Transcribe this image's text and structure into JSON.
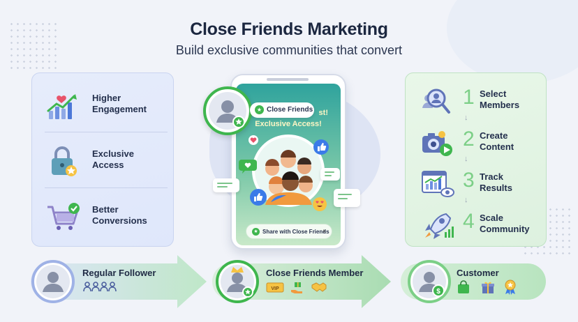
{
  "header": {
    "title": "Close Friends Marketing",
    "subtitle": "Build exclusive communities that convert"
  },
  "benefits": [
    {
      "label_line1": "Higher",
      "label_line2": "Engagement",
      "icon": "engagement-chart-heart-icon"
    },
    {
      "label_line1": "Exclusive",
      "label_line2": "Access",
      "icon": "padlock-star-icon"
    },
    {
      "label_line1": "Better",
      "label_line2": "Conversions",
      "icon": "shopping-cart-check-icon"
    }
  ],
  "phone": {
    "badge_label": "Close Friends",
    "screen_text_line1": "st!",
    "screen_text_line2": "Exclusive Access!",
    "share_button_label": "Share with Close Friends"
  },
  "steps": [
    {
      "number": "1",
      "label_line1": "Select",
      "label_line2": "Members",
      "icon": "people-magnifier-icon"
    },
    {
      "number": "2",
      "label_line1": "Create",
      "label_line2": "Content",
      "icon": "camera-video-icon"
    },
    {
      "number": "3",
      "label_line1": "Track",
      "label_line2": "Results",
      "icon": "analytics-eye-icon"
    },
    {
      "number": "4",
      "label_line1": "Scale",
      "label_line2": "Community",
      "icon": "rocket-icon"
    }
  ],
  "journey": [
    {
      "label": "Regular Follower",
      "icons": [
        "group-icon"
      ]
    },
    {
      "label": "Close Friends Member",
      "icons": [
        "vip-ticket-icon",
        "gift-hand-icon",
        "handshake-icon"
      ]
    },
    {
      "label": "Customer",
      "icons": [
        "shopping-bag-icon",
        "gift-box-icon",
        "award-badge-icon"
      ]
    }
  ],
  "colors": {
    "accent_green": "#3fb64e",
    "accent_blue": "#3b7be8",
    "left_panel": "#e3eafb",
    "right_panel": "#e2f4e3"
  }
}
